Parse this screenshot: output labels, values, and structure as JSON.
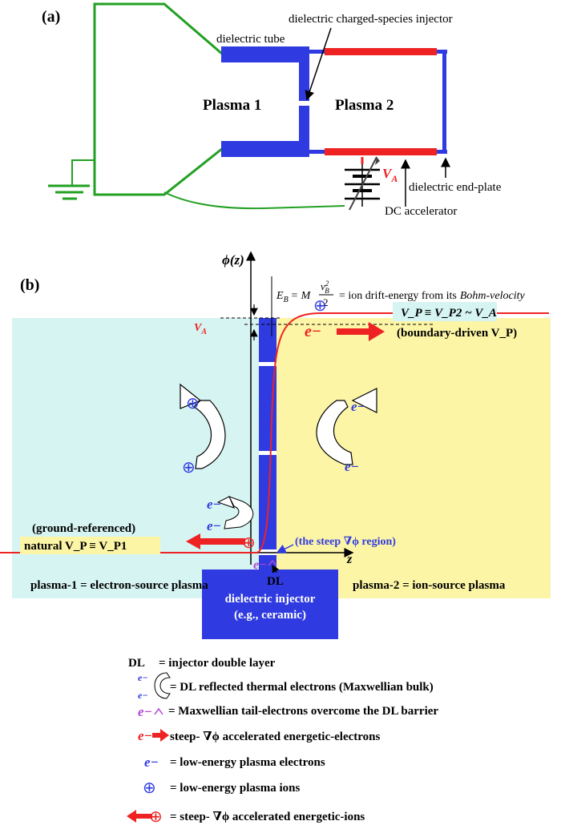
{
  "panel_a": {
    "label": "(a)",
    "plasma1": "Plasma 1",
    "plasma2": "Plasma 2",
    "injector": "dielectric charged-species injector",
    "tube": "dielectric tube",
    "va_main": "V",
    "va_sub": "A",
    "endplate": "dielectric end-plate",
    "accelerator": "DC accelerator"
  },
  "panel_b": {
    "label": "(b)",
    "axis_phi": "ϕ(z)",
    "axis_z": "z",
    "eb_lhs": "E",
    "eb_lhs_sub": "B",
    "eb_eq": "= M",
    "eb_num": "v",
    "eb_num_sup": "2",
    "eb_num_sub": "B",
    "eb_den": "2",
    "eb_text": "= ion drift-energy from its",
    "eb_italic": "Bohm-velocity",
    "va_main": "V",
    "va_sub": "A",
    "vp_box": "V_P ≡ V_P2 ~ V_A",
    "boundary": "(boundary-driven V_P)",
    "ground_ref": "(ground-referenced)",
    "natural": "natural V_P ≡ V_P1",
    "steep_region": "(the steep ∇ϕ region)",
    "dl": "DL",
    "plasma1_label": "plasma-1 = electron-source plasma",
    "plasma2_label": "plasma-2 = ion-source plasma",
    "injector_line1": "dielectric injector",
    "injector_line2": "(e.g., ceramic)",
    "electron": "e−",
    "ion": "⊕"
  },
  "legend": [
    {
      "symbol": "DL",
      "text": "= injector double layer"
    },
    {
      "symbol": "reflected",
      "text": "= DL reflected thermal electrons (Maxwellian bulk)"
    },
    {
      "symbol": "tail",
      "text": "= Maxwellian tail-electrons overcome the DL barrier"
    },
    {
      "symbol": "energetic-electron",
      "text": "steep- ∇ϕ accelerated energetic-electrons"
    },
    {
      "symbol": "electron",
      "text": "= low-energy plasma electrons"
    },
    {
      "symbol": "ion",
      "text": "= low-energy plasma ions"
    },
    {
      "symbol": "energetic-ion",
      "text": "= steep- ∇ϕ accelerated energetic-ions"
    }
  ],
  "colors": {
    "cyan_bg": "#d6f4f2",
    "yellow_bg": "#fdf5a6",
    "blue": "#2f3be0",
    "red": "#ee2222",
    "green": "#22a022",
    "purple": "#b048d0"
  }
}
